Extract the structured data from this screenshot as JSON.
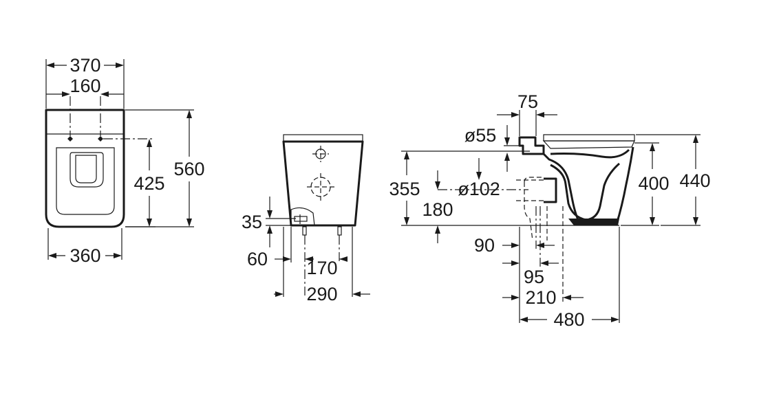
{
  "drawing": {
    "top_view": {
      "width_overall": "370",
      "fixing_spacing": "160",
      "width_base": "360",
      "fixing_to_back": "425",
      "depth": "560"
    },
    "rear_view": {
      "bolt_height": "35",
      "bolt_offset": "60",
      "bolt_spacing": "170",
      "base_width": "290"
    },
    "side_view": {
      "inlet_offset": "75",
      "inlet_diameter": "ø55",
      "inlet_height": "355",
      "outlet_diameter": "ø102",
      "outlet_height": "180",
      "outlet_offset_1": "90",
      "outlet_offset_2": "95",
      "outlet_offset_3": "210",
      "depth": "480",
      "bowl_height": "400",
      "total_height": "440"
    }
  },
  "colors": {
    "line": "#1a1a1a",
    "background": "#ffffff"
  }
}
